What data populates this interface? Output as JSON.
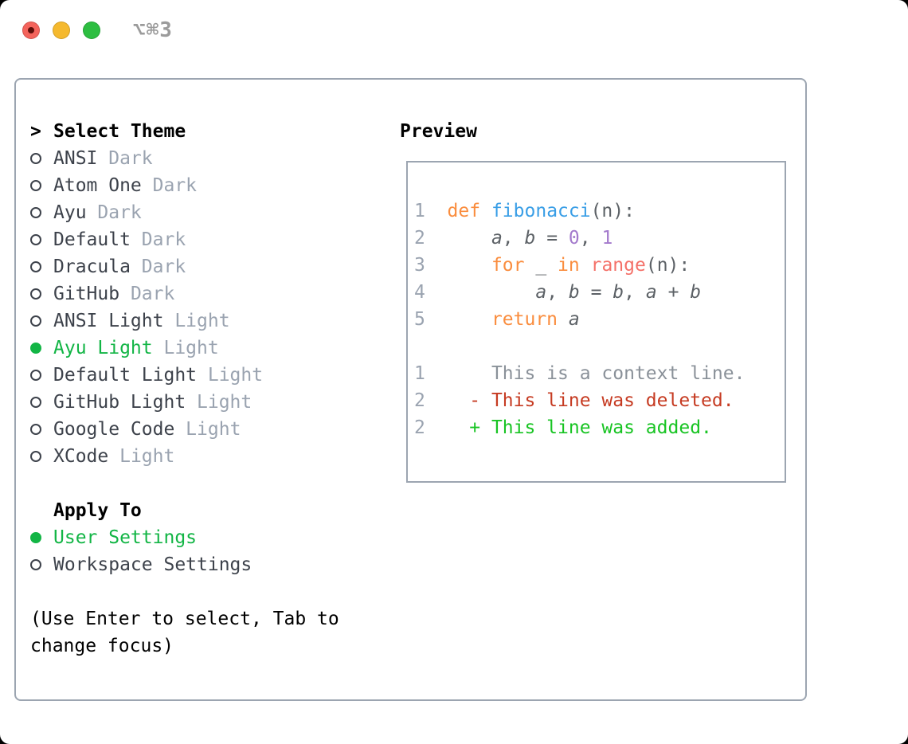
{
  "window": {
    "title": "⌥⌘3"
  },
  "picker": {
    "cursor": ">",
    "title": "Select Theme",
    "items": [
      {
        "name": "ANSI",
        "variant": "Dark",
        "selected": false
      },
      {
        "name": "Atom One",
        "variant": "Dark",
        "selected": false
      },
      {
        "name": "Ayu",
        "variant": "Dark",
        "selected": false
      },
      {
        "name": "Default",
        "variant": "Dark",
        "selected": false
      },
      {
        "name": "Dracula",
        "variant": "Dark",
        "selected": false
      },
      {
        "name": "GitHub",
        "variant": "Dark",
        "selected": false
      },
      {
        "name": "ANSI Light",
        "variant": "Light",
        "selected": false
      },
      {
        "name": "Ayu Light",
        "variant": "Light",
        "selected": true
      },
      {
        "name": "Default Light",
        "variant": "Light",
        "selected": false
      },
      {
        "name": "GitHub Light",
        "variant": "Light",
        "selected": false
      },
      {
        "name": "Google Code",
        "variant": "Light",
        "selected": false
      },
      {
        "name": "XCode",
        "variant": "Light",
        "selected": false
      }
    ],
    "apply_to": {
      "label": "Apply To",
      "options": [
        {
          "name": "User Settings",
          "selected": true
        },
        {
          "name": "Workspace Settings",
          "selected": false
        }
      ]
    },
    "help_text": "(Use Enter to select, Tab to change focus)"
  },
  "preview": {
    "label": "Preview",
    "code_lines": [
      {
        "num": "1",
        "tokens": [
          {
            "t": "def",
            "s": "keyword"
          },
          {
            "t": " ",
            "s": "plain"
          },
          {
            "t": "fibonacci",
            "s": "function"
          },
          {
            "t": "(n):",
            "s": "plain"
          }
        ]
      },
      {
        "num": "2",
        "tokens": [
          {
            "t": "    ",
            "s": "plain"
          },
          {
            "t": "a",
            "s": "variable"
          },
          {
            "t": ", ",
            "s": "plain"
          },
          {
            "t": "b",
            "s": "variable"
          },
          {
            "t": " = ",
            "s": "plain"
          },
          {
            "t": "0",
            "s": "number"
          },
          {
            "t": ", ",
            "s": "plain"
          },
          {
            "t": "1",
            "s": "number"
          }
        ]
      },
      {
        "num": "3",
        "tokens": [
          {
            "t": "    ",
            "s": "plain"
          },
          {
            "t": "for",
            "s": "keyword"
          },
          {
            "t": " _ ",
            "s": "plain"
          },
          {
            "t": "in",
            "s": "keyword"
          },
          {
            "t": " ",
            "s": "plain"
          },
          {
            "t": "range",
            "s": "builtin"
          },
          {
            "t": "(n):",
            "s": "plain"
          }
        ]
      },
      {
        "num": "4",
        "tokens": [
          {
            "t": "        ",
            "s": "plain"
          },
          {
            "t": "a",
            "s": "variable"
          },
          {
            "t": ", ",
            "s": "plain"
          },
          {
            "t": "b",
            "s": "variable"
          },
          {
            "t": " = ",
            "s": "plain"
          },
          {
            "t": "b",
            "s": "variable"
          },
          {
            "t": ", ",
            "s": "plain"
          },
          {
            "t": "a",
            "s": "variable"
          },
          {
            "t": " + ",
            "s": "plain"
          },
          {
            "t": "b",
            "s": "variable"
          }
        ]
      },
      {
        "num": "5",
        "tokens": [
          {
            "t": "    ",
            "s": "plain"
          },
          {
            "t": "return",
            "s": "keyword"
          },
          {
            "t": " ",
            "s": "plain"
          },
          {
            "t": "a",
            "s": "variable"
          }
        ]
      }
    ],
    "diff_lines": [
      {
        "num": "1",
        "marker": " ",
        "text": "This is a context line.",
        "type": "context"
      },
      {
        "num": "2",
        "marker": "-",
        "text": "This line was deleted.",
        "type": "deleted"
      },
      {
        "num": "2",
        "marker": "+",
        "text": "This line was added.",
        "type": "added"
      }
    ]
  },
  "colors": {
    "accent_green": "#12b545",
    "border": "#9ca5b1",
    "text": "#3d424b",
    "dim": "#9aa3b0",
    "header": "#000000",
    "title_gray": "#9b9b9b",
    "traffic_red": "#f4645c",
    "traffic_yellow": "#f5b92e",
    "traffic_green": "#2dbe41",
    "syntax": {
      "keyword": "#fa8d3e",
      "function": "#399ee6",
      "builtin": "#f47169",
      "number": "#a37acc",
      "plain": "#5c6166",
      "variable": "#5c6166",
      "line_number": "#9aa3b0"
    },
    "diff": {
      "context": "#8a9199",
      "deleted": "#c63b22",
      "added": "#18c423"
    }
  }
}
